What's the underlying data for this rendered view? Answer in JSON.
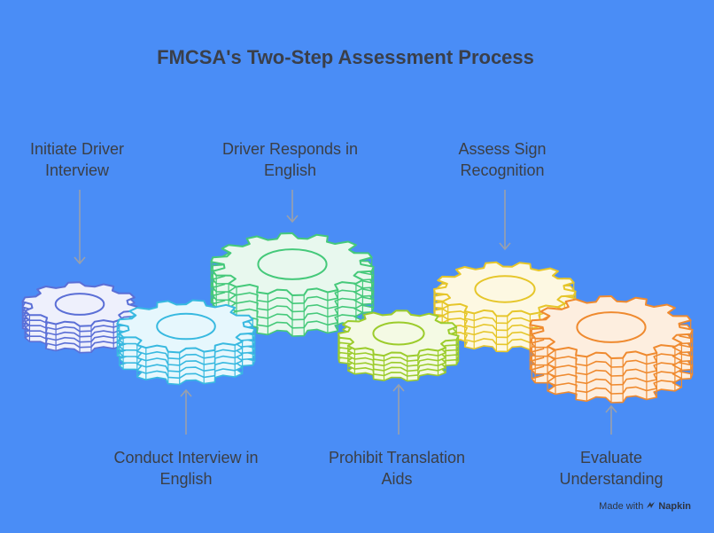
{
  "title": "FMCSA's Two-Step Assessment Process",
  "steps": [
    {
      "label": "Initiate Driver Interview",
      "color": "#5b6fd6",
      "fill": "#eef0fc",
      "position": "top"
    },
    {
      "label": "Conduct Interview in English",
      "color": "#38b9e0",
      "fill": "#e6f7fd",
      "position": "bottom"
    },
    {
      "label": "Driver Responds in English",
      "color": "#45c97a",
      "fill": "#e8f8ee",
      "position": "top"
    },
    {
      "label": "Prohibit Translation Aids",
      "color": "#9ccc2c",
      "fill": "#f4fae4",
      "position": "bottom"
    },
    {
      "label": "Assess Sign Recognition",
      "color": "#e6c62a",
      "fill": "#fdf8e2",
      "position": "top"
    },
    {
      "label": "Evaluate Understanding",
      "color": "#ef8a2f",
      "fill": "#fdeedf",
      "position": "bottom"
    }
  ],
  "credit": {
    "prefix": "Made with",
    "icon": "napkin-logo-icon",
    "brand": "Napkin"
  }
}
